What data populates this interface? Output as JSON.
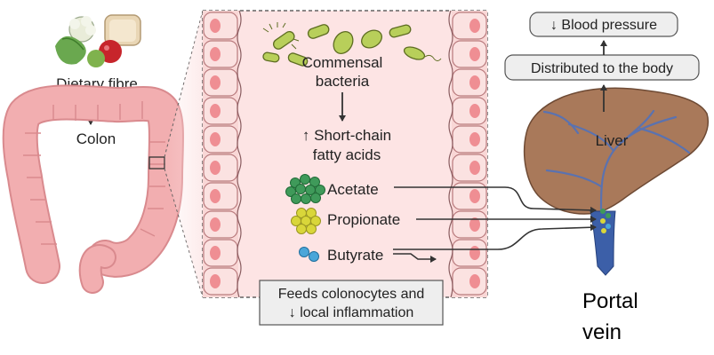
{
  "labels": {
    "dietary_fibre": "Dietary fibre",
    "colon": "Colon",
    "commensal_bacteria_line1": "Commensal",
    "commensal_bacteria_line2": "bacteria",
    "scfa_line1": "↑ Short-chain",
    "scfa_line2": "fatty acids",
    "acetate": "Acetate",
    "propionate": "Propionate",
    "butyrate": "Butyrate",
    "feeds_line1": "Feeds colonocytes and",
    "feeds_line2": "↓ local inflammation",
    "liver": "Liver",
    "distributed": "Distributed to the body",
    "blood_pressure": "↓ Blood pressure",
    "portal_line1": "Portal",
    "portal_line2": "vein"
  },
  "colors": {
    "colon": "#f2aeb0",
    "colon_outline": "#d98a8e",
    "epithelium": "#f9d7d6",
    "cell_nucleus": "#ef8e93",
    "liver": "#a9795a",
    "portal_vein": "#3c5fa8",
    "acetate": "#3f9a5a",
    "propionate": "#d9d63a",
    "butyrate": "#4aa6d9",
    "bacteria": "#b8cf5a",
    "box_fill": "#eeeeee"
  }
}
